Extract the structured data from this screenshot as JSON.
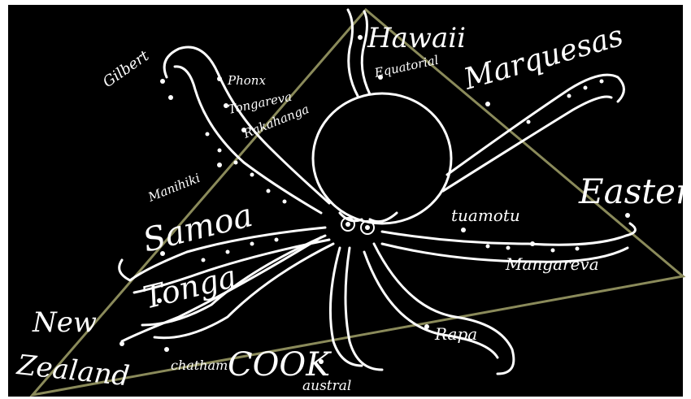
{
  "palette": {
    "background": "#000000",
    "chalk": "#ffffff",
    "triangle": "#8a8a5a"
  },
  "labels": {
    "gilbert": "Gilbert",
    "phonx": "Phonx",
    "tongareva": "Tongareva",
    "rakahanga": "Rakahanga",
    "manihiki": "Manihiki",
    "hawaii": "Hawaii",
    "equatorial": "Equatorial",
    "marquesas": "Marquesas",
    "samoa": "Samoa",
    "tonga": "Tonga",
    "new": "New",
    "zealand": "Zealand",
    "chatham": "chatham",
    "cook": "COOK",
    "austral": "austral",
    "rapa": "Rapa",
    "tuamotu": "tuamotu",
    "easter": "Easter",
    "mangareva": "Mangareva"
  }
}
